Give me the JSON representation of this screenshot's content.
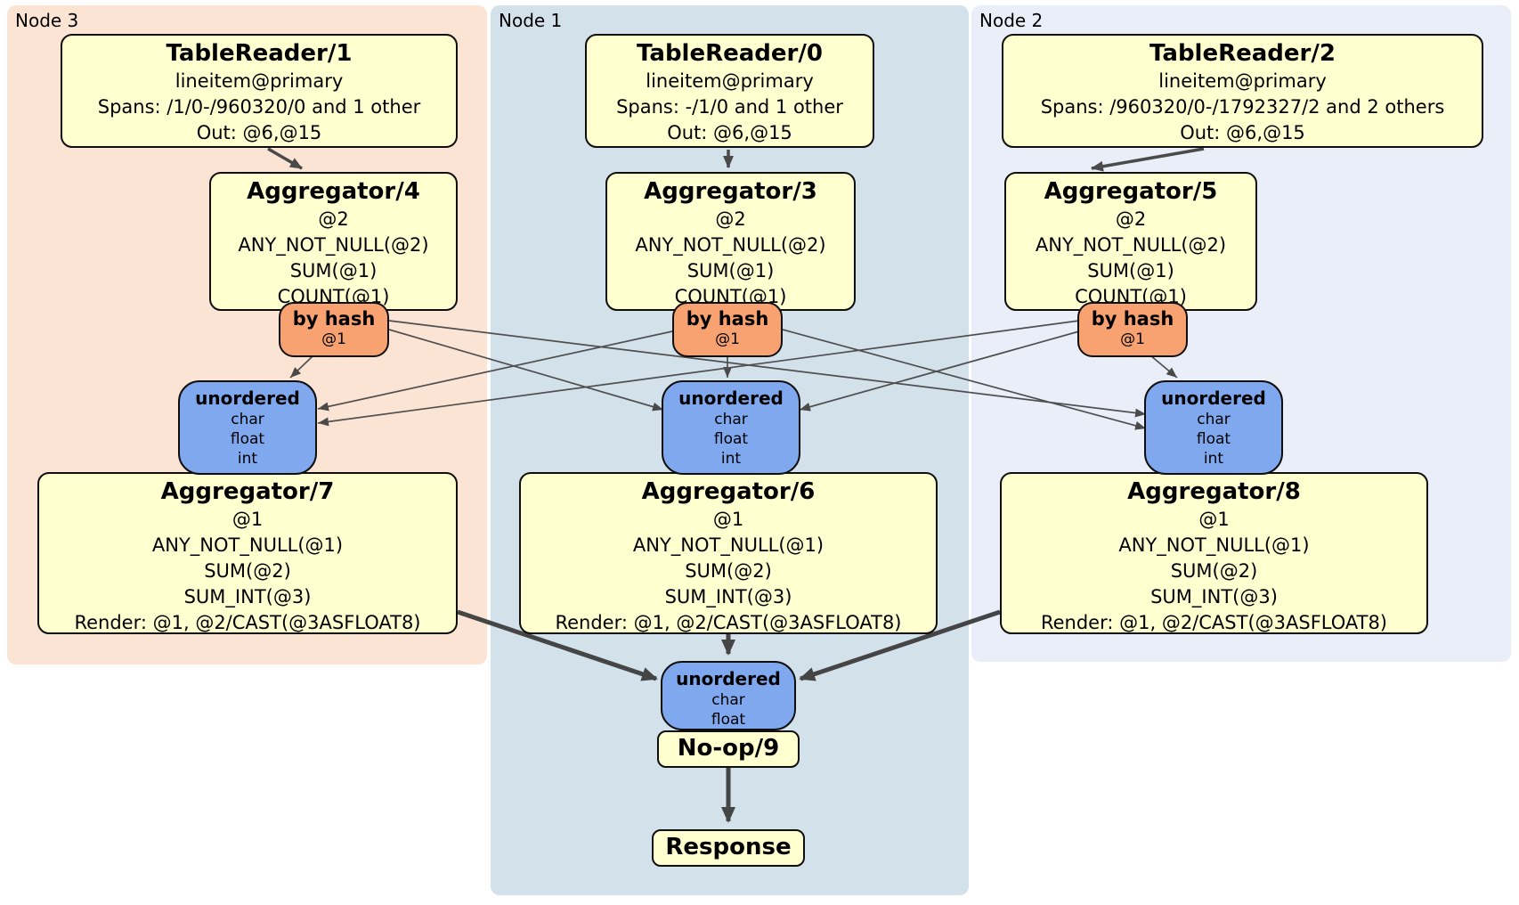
{
  "regions": [
    {
      "label": "Node 3"
    },
    {
      "label": "Node 1"
    },
    {
      "label": "Node 2"
    }
  ],
  "colors": {
    "node3_bg": "#fce4d4",
    "node1_bg": "#d3e1ea",
    "node2_bg": "#eaeef8",
    "processor_bg": "#ffffcf",
    "router_bg": "#f8a171",
    "sync_bg": "#7fa8ef",
    "edge": "#4a4a4a"
  },
  "processors": {
    "tr1": {
      "title": "TableReader/1",
      "lines": [
        "lineitem@primary",
        "Spans: /1/0-/960320/0 and 1 other",
        "Out: @6,@15"
      ]
    },
    "tr0": {
      "title": "TableReader/0",
      "lines": [
        "lineitem@primary",
        "Spans: -/1/0 and 1 other",
        "Out: @6,@15"
      ]
    },
    "tr2": {
      "title": "TableReader/2",
      "lines": [
        "lineitem@primary",
        "Spans: /960320/0-/1792327/2 and 2 others",
        "Out: @6,@15"
      ]
    },
    "agg4": {
      "title": "Aggregator/4",
      "lines": [
        "@2",
        "ANY_NOT_NULL(@2)",
        "SUM(@1)",
        "COUNT(@1)"
      ]
    },
    "agg3": {
      "title": "Aggregator/3",
      "lines": [
        "@2",
        "ANY_NOT_NULL(@2)",
        "SUM(@1)",
        "COUNT(@1)"
      ]
    },
    "agg5": {
      "title": "Aggregator/5",
      "lines": [
        "@2",
        "ANY_NOT_NULL(@2)",
        "SUM(@1)",
        "COUNT(@1)"
      ]
    },
    "agg7": {
      "title": "Aggregator/7",
      "lines": [
        "@1",
        "ANY_NOT_NULL(@1)",
        "SUM(@2)",
        "SUM_INT(@3)",
        "Render: @1, @2/CAST(@3ASFLOAT8)"
      ]
    },
    "agg6": {
      "title": "Aggregator/6",
      "lines": [
        "@1",
        "ANY_NOT_NULL(@1)",
        "SUM(@2)",
        "SUM_INT(@3)",
        "Render: @1, @2/CAST(@3ASFLOAT8)"
      ]
    },
    "agg8": {
      "title": "Aggregator/8",
      "lines": [
        "@1",
        "ANY_NOT_NULL(@1)",
        "SUM(@2)",
        "SUM_INT(@3)",
        "Render: @1, @2/CAST(@3ASFLOAT8)"
      ]
    },
    "noop": {
      "title": "No-op/9"
    },
    "response": {
      "title": "Response"
    }
  },
  "routers": {
    "node3": {
      "title": "by hash",
      "detail": "@1"
    },
    "node1": {
      "title": "by hash",
      "detail": "@1"
    },
    "node2": {
      "title": "by hash",
      "detail": "@1"
    }
  },
  "syncs": {
    "node3": {
      "title": "unordered",
      "items": [
        "char",
        "float",
        "int"
      ]
    },
    "node1": {
      "title": "unordered",
      "items": [
        "char",
        "float",
        "int"
      ]
    },
    "node2": {
      "title": "unordered",
      "items": [
        "char",
        "float",
        "int"
      ]
    },
    "final": {
      "title": "unordered",
      "items": [
        "char",
        "float"
      ]
    }
  }
}
